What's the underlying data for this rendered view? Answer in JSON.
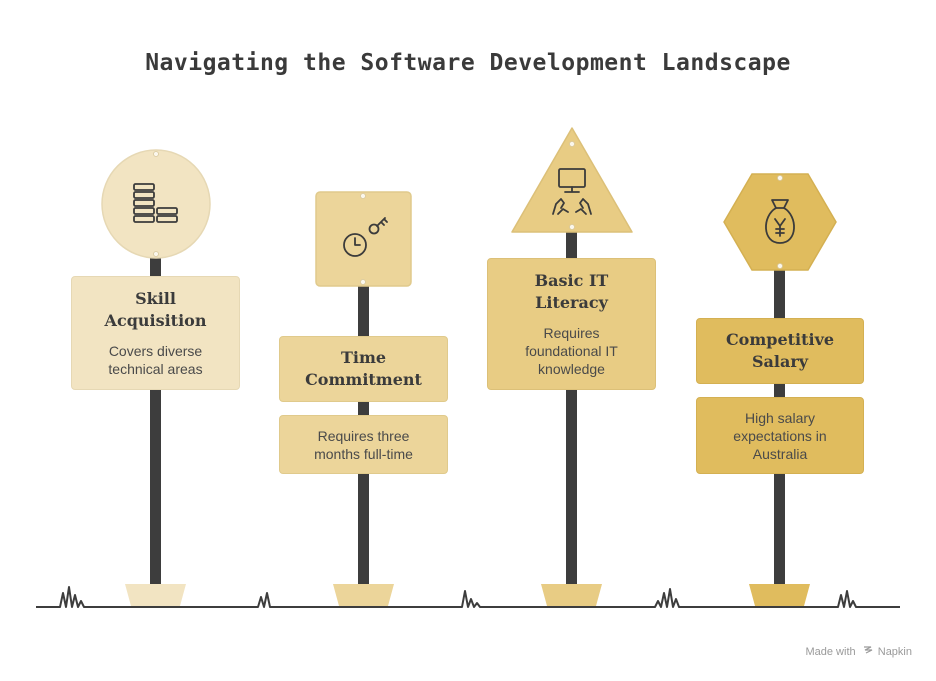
{
  "title": "Navigating the Software Development Landscape",
  "signs": [
    {
      "heading": "Skill Acquisition",
      "description": "Covers diverse technical areas",
      "icon": "books-stack-icon"
    },
    {
      "heading": "Time Commitment",
      "description": "Requires three months full-time",
      "icon": "clock-key-icon"
    },
    {
      "heading": "Basic IT Literacy",
      "description": "Requires foundational IT knowledge",
      "icon": "computer-hands-icon"
    },
    {
      "heading": "Competitive Salary",
      "description": "High salary expectations in Australia",
      "icon": "money-bag-icon"
    }
  ],
  "colors": {
    "sign1": "#f2e4c2",
    "sign2": "#ecd59a",
    "sign3": "#e8cc84",
    "sign4": "#e0bc5e",
    "pole": "#3d3d3d",
    "ground": "#3d3d3d"
  },
  "credit": {
    "prefix": "Made with",
    "brand": "Napkin"
  }
}
